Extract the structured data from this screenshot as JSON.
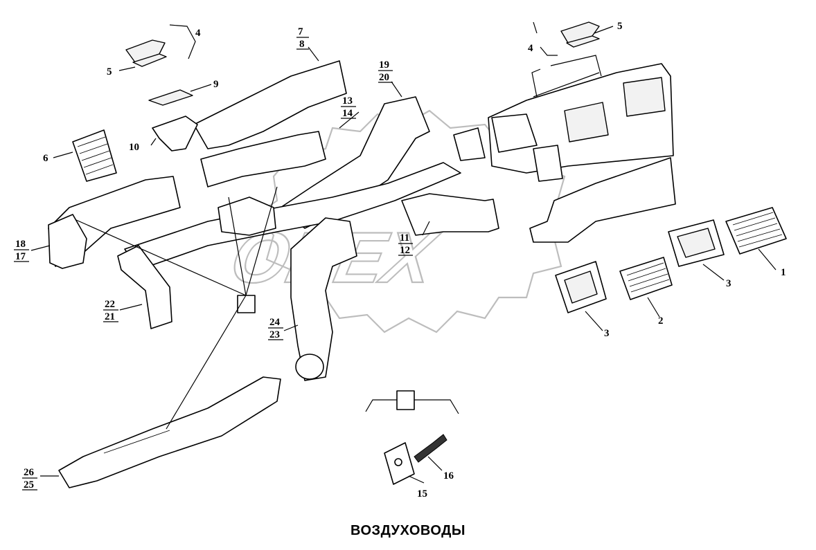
{
  "caption": "ВОЗДУХОВОДЫ",
  "watermark": {
    "text": "OPEX"
  },
  "callouts": [
    {
      "id": "c1",
      "label": "1"
    },
    {
      "id": "c2",
      "label": "2"
    },
    {
      "id": "c3a",
      "label": "3"
    },
    {
      "id": "c3b",
      "label": "3"
    },
    {
      "id": "c4a",
      "label": "4"
    },
    {
      "id": "c4b",
      "label": "4"
    },
    {
      "id": "c5a",
      "label": "5"
    },
    {
      "id": "c5b",
      "label": "5"
    },
    {
      "id": "c6",
      "label": "6"
    },
    {
      "id": "c9",
      "label": "9"
    },
    {
      "id": "c10",
      "label": "10"
    },
    {
      "id": "c15",
      "label": "15"
    },
    {
      "id": "c16",
      "label": "16"
    }
  ],
  "fraction_callouts": [
    {
      "id": "f7_8",
      "top": "7",
      "bottom": "8"
    },
    {
      "id": "f19_20",
      "top": "19",
      "bottom": "20"
    },
    {
      "id": "f13_14",
      "top": "13",
      "bottom": "14"
    },
    {
      "id": "f11_12",
      "top": "11",
      "bottom": "12"
    },
    {
      "id": "f18_17",
      "top": "18",
      "bottom": "17"
    },
    {
      "id": "f22_21",
      "top": "22",
      "bottom": "21"
    },
    {
      "id": "f24_23",
      "top": "24",
      "bottom": "23"
    },
    {
      "id": "f26_25",
      "top": "26",
      "bottom": "25"
    }
  ]
}
